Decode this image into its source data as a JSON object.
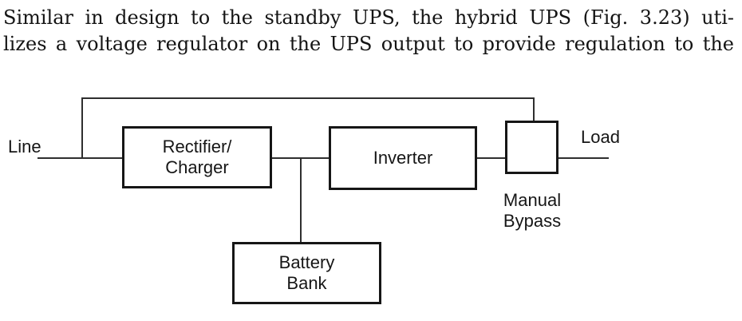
{
  "paragraph": {
    "line1": "Similar in design to the standby UPS, the hybrid UPS (Fig. 3.23) uti-",
    "line2": "lizes a voltage regulator on the UPS output to provide regulation to the"
  },
  "diagram": {
    "labels": {
      "line": "Line",
      "load": "Load",
      "manual_bypass_line1": "Manual",
      "manual_bypass_line2": "Bypass"
    },
    "blocks": {
      "rectifier_line1": "Rectifier/",
      "rectifier_line2": "Charger",
      "inverter": "Inverter",
      "battery_line1": "Battery",
      "battery_line2": "Bank"
    },
    "colors": {
      "wire": "#2e2e2e",
      "box_border": "#161616",
      "text": "#161616",
      "background": "#ffffff"
    }
  }
}
